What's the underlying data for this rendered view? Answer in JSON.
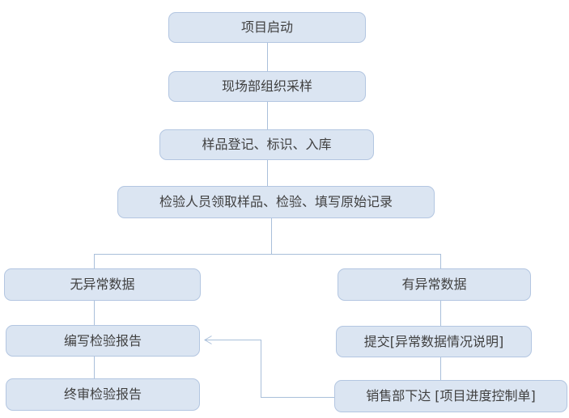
{
  "flowchart": {
    "title": "inspection-process-flowchart",
    "colors": {
      "background": "#ffffff",
      "node_fill": "#dbe5f2",
      "node_border": "#b3c6e1",
      "connector": "#a9bfda",
      "text": "#404040"
    },
    "nodes": [
      {
        "id": "project-start",
        "label": "项目启动"
      },
      {
        "id": "field-sampling",
        "label": "现场部组织采样"
      },
      {
        "id": "sample-registration",
        "label": "样品登记、标识、入库"
      },
      {
        "id": "inspection-record",
        "label": "检验人员领取样品、检验、填写原始记录"
      },
      {
        "id": "no-abnormal-data",
        "label": "无异常数据"
      },
      {
        "id": "abnormal-data",
        "label": "有异常数据"
      },
      {
        "id": "write-report",
        "label": "编写检验报告"
      },
      {
        "id": "submit-explanation",
        "label": "提交[异常数据情况说明]"
      },
      {
        "id": "final-review-report",
        "label": "终审检验报告"
      },
      {
        "id": "sales-control-sheet",
        "label": "销售部下达 [项目进度控制单]"
      }
    ],
    "edges": [
      {
        "from": "project-start",
        "to": "field-sampling",
        "type": "line"
      },
      {
        "from": "field-sampling",
        "to": "sample-registration",
        "type": "line"
      },
      {
        "from": "sample-registration",
        "to": "inspection-record",
        "type": "line"
      },
      {
        "from": "inspection-record",
        "to": "no-abnormal-data",
        "type": "branch"
      },
      {
        "from": "inspection-record",
        "to": "abnormal-data",
        "type": "branch"
      },
      {
        "from": "no-abnormal-data",
        "to": "write-report",
        "type": "line"
      },
      {
        "from": "abnormal-data",
        "to": "submit-explanation",
        "type": "line"
      },
      {
        "from": "write-report",
        "to": "final-review-report",
        "type": "line"
      },
      {
        "from": "submit-explanation",
        "to": "sales-control-sheet",
        "type": "line"
      },
      {
        "from": "sales-control-sheet",
        "to": "write-report",
        "type": "arrow"
      }
    ]
  }
}
